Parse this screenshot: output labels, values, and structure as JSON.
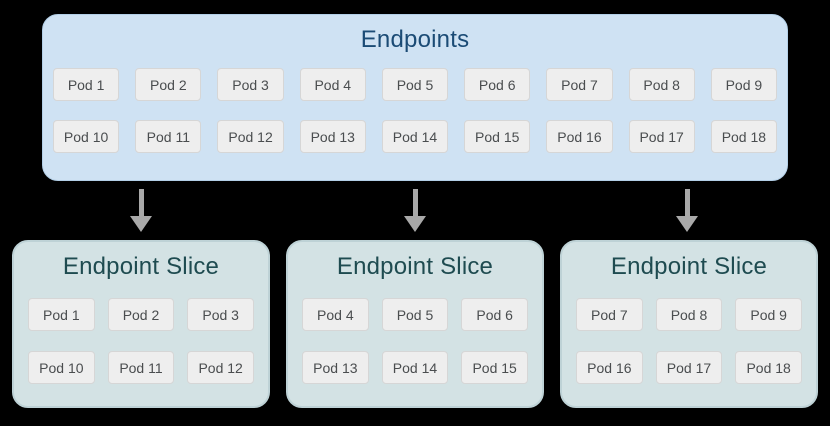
{
  "diagram": {
    "endpoints": {
      "title": "Endpoints",
      "pods": [
        "Pod 1",
        "Pod 2",
        "Pod 3",
        "Pod 4",
        "Pod 5",
        "Pod 6",
        "Pod 7",
        "Pod 8",
        "Pod 9",
        "Pod 10",
        "Pod 11",
        "Pod 12",
        "Pod 13",
        "Pod 14",
        "Pod 15",
        "Pod 16",
        "Pod 17",
        "Pod 18"
      ]
    },
    "slices": [
      {
        "title": "Endpoint Slice",
        "pods": [
          "Pod 1",
          "Pod 2",
          "Pod 3",
          "Pod 10",
          "Pod 11",
          "Pod 12"
        ]
      },
      {
        "title": "Endpoint Slice",
        "pods": [
          "Pod 4",
          "Pod 5",
          "Pod 6",
          "Pod 13",
          "Pod 14",
          "Pod 15"
        ]
      },
      {
        "title": "Endpoint Slice",
        "pods": [
          "Pod 7",
          "Pod 8",
          "Pod 9",
          "Pod 16",
          "Pod 17",
          "Pod 18"
        ]
      }
    ],
    "colors": {
      "canvas_bg": "#000000",
      "endpoints_bg": "#cfe2f3",
      "endpoints_border": "#b3cfe7",
      "endpoints_title": "#1b4b75",
      "slice_bg": "#d3e2e4",
      "slice_border": "#bed2d6",
      "slice_title": "#1e4b50",
      "pod_bg": "#eeeeee",
      "pod_border": "#d6d6d6",
      "pod_text": "#4a4d4f",
      "arrow": "#a9a9a9"
    }
  }
}
